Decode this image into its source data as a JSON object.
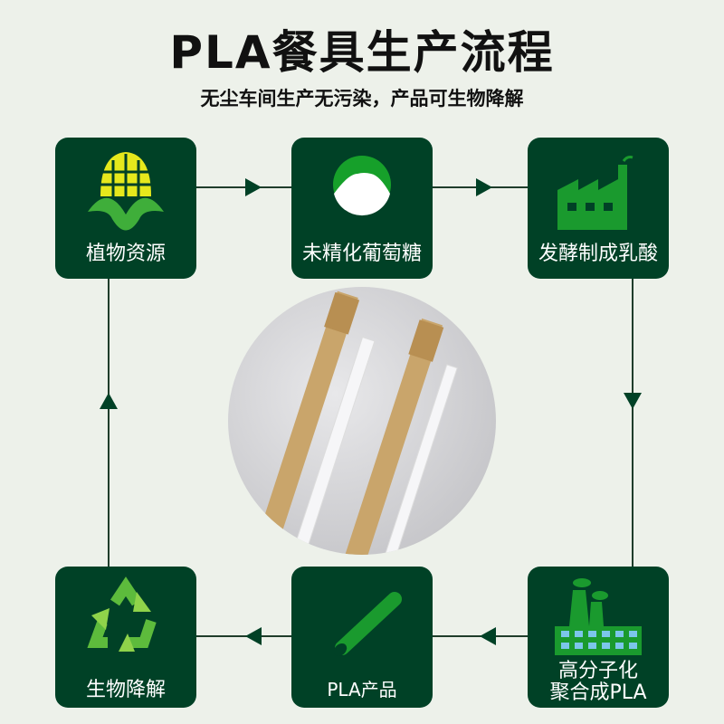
{
  "title": "PLA餐具生产流程",
  "subtitle": "无尘车间生产无污染，产品可生物降解",
  "steps": [
    {
      "label": "植物资源",
      "icon": "corn-icon"
    },
    {
      "label": "未精化葡萄糖",
      "icon": "glucose-icon"
    },
    {
      "label": "发酵制成乳酸",
      "icon": "factory-icon"
    },
    {
      "label_line1": "高分子化",
      "label_line2": "聚合成PLA",
      "icon": "factory-smoke-icon"
    },
    {
      "label": "PLA产品",
      "icon": "straw-icon"
    },
    {
      "label": "生物降解",
      "icon": "recycle-icon"
    }
  ],
  "colors": {
    "box": "#004126",
    "accent": "#1a9a2e",
    "background": "#edf1ea"
  }
}
